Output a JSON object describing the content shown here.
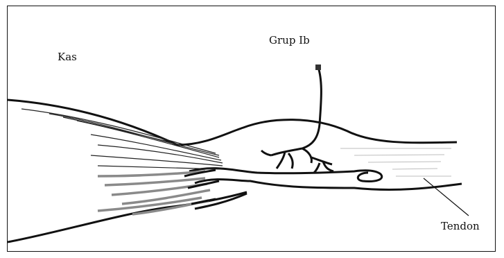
{
  "figure": {
    "labels": {
      "muscle": "Kas",
      "nerve_fiber": "Grup Ib",
      "tendon": "Tendon"
    }
  },
  "colors": {
    "ink": "#111111",
    "muscle_fibers_gray": "#8a8a8a",
    "frame": "#111111",
    "background": "#ffffff"
  }
}
